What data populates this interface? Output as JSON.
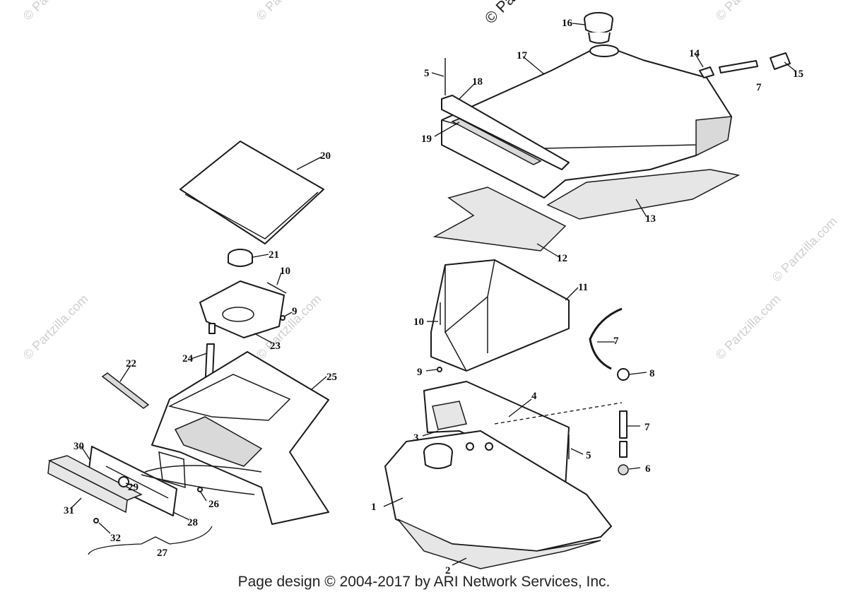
{
  "watermarks": [
    "© Partzilla.com",
    "© Partzilla.com",
    "© Partzilla.com",
    "© Partzilla.com",
    "© Partzilla.com",
    "© Partzilla.com",
    "© Partzilla.com",
    "© Partzilla.com",
    "© Partzilla.com"
  ],
  "callouts": {
    "c1": "1",
    "c2": "2",
    "c3": "3",
    "c4": "4",
    "c5a": "5",
    "c5b": "5",
    "c6": "6",
    "c7a": "7",
    "c7b": "7",
    "c7c": "7",
    "c8": "8",
    "c9a": "9",
    "c9b": "9",
    "c10a": "10",
    "c10b": "10",
    "c11": "11",
    "c12": "12",
    "c13": "13",
    "c14": "14",
    "c15": "15",
    "c16": "16",
    "c17": "17",
    "c18": "18",
    "c19": "19",
    "c20": "20",
    "c21": "21",
    "c22": "22",
    "c23": "23",
    "c24": "24",
    "c25": "25",
    "c26": "26",
    "c27": "27",
    "c28": "28",
    "c29": "29",
    "c30": "30",
    "c31": "31",
    "c32": "32"
  },
  "footer": "Page design © 2004-2017 by ARI Network Services, Inc."
}
